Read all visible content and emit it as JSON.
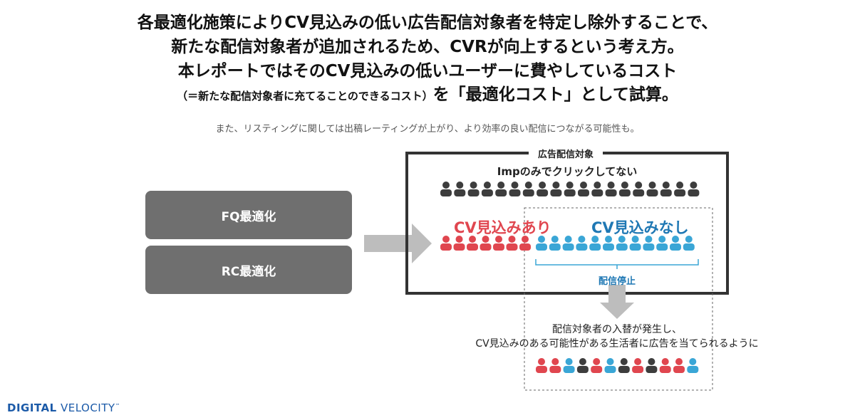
{
  "headline": {
    "line1": "各最適化施策によりCV見込みの低い広告配信対象者を特定し除外することで、",
    "line2": "新たな配信対象者が追加されるため、CVRが向上するという考え方。",
    "line3": "本レポートではそのCV見込みの低いユーザーに費やしているコスト",
    "line4_small": "（＝新たな配信対象者に充てることのできるコスト）",
    "line4_main": "を「最適化コスト」として試算。"
  },
  "note": "また、リスティングに関しては出稿レーティングが上がり、より効率の良い配信につながる可能性も。",
  "left_boxes": {
    "fq": "FQ最適化",
    "rc": "RC最適化"
  },
  "diagram": {
    "frame_label": "広告配信対象",
    "imp_label": "Impのみでクリックしてない",
    "cv_yes_label": "CV見込みあり",
    "cv_no_label": "CV見込みなし",
    "stop_label": "配信停止",
    "result_line1": "配信対象者の入替が発生し、",
    "result_line2": "CV見込みのある可能性がある生活者に広告を当てられるように",
    "people_counts": {
      "imp_row": 19,
      "cv_yes": 7,
      "cv_no": 12
    },
    "result_row": [
      "red",
      "red",
      "blue",
      "dark",
      "red",
      "blue",
      "dark",
      "red",
      "dark",
      "red",
      "red",
      "blue"
    ]
  },
  "colors": {
    "dark": "#3d3d3d",
    "red": "#e0464f",
    "blue": "#3aa6d6",
    "grey_box": "#6f6f6f",
    "arrow": "#bdbdbd",
    "brand": "#1b5aa8"
  },
  "logo": {
    "bold": "DIGITAL",
    "regular": "VELOCITY",
    "tm": "™"
  }
}
